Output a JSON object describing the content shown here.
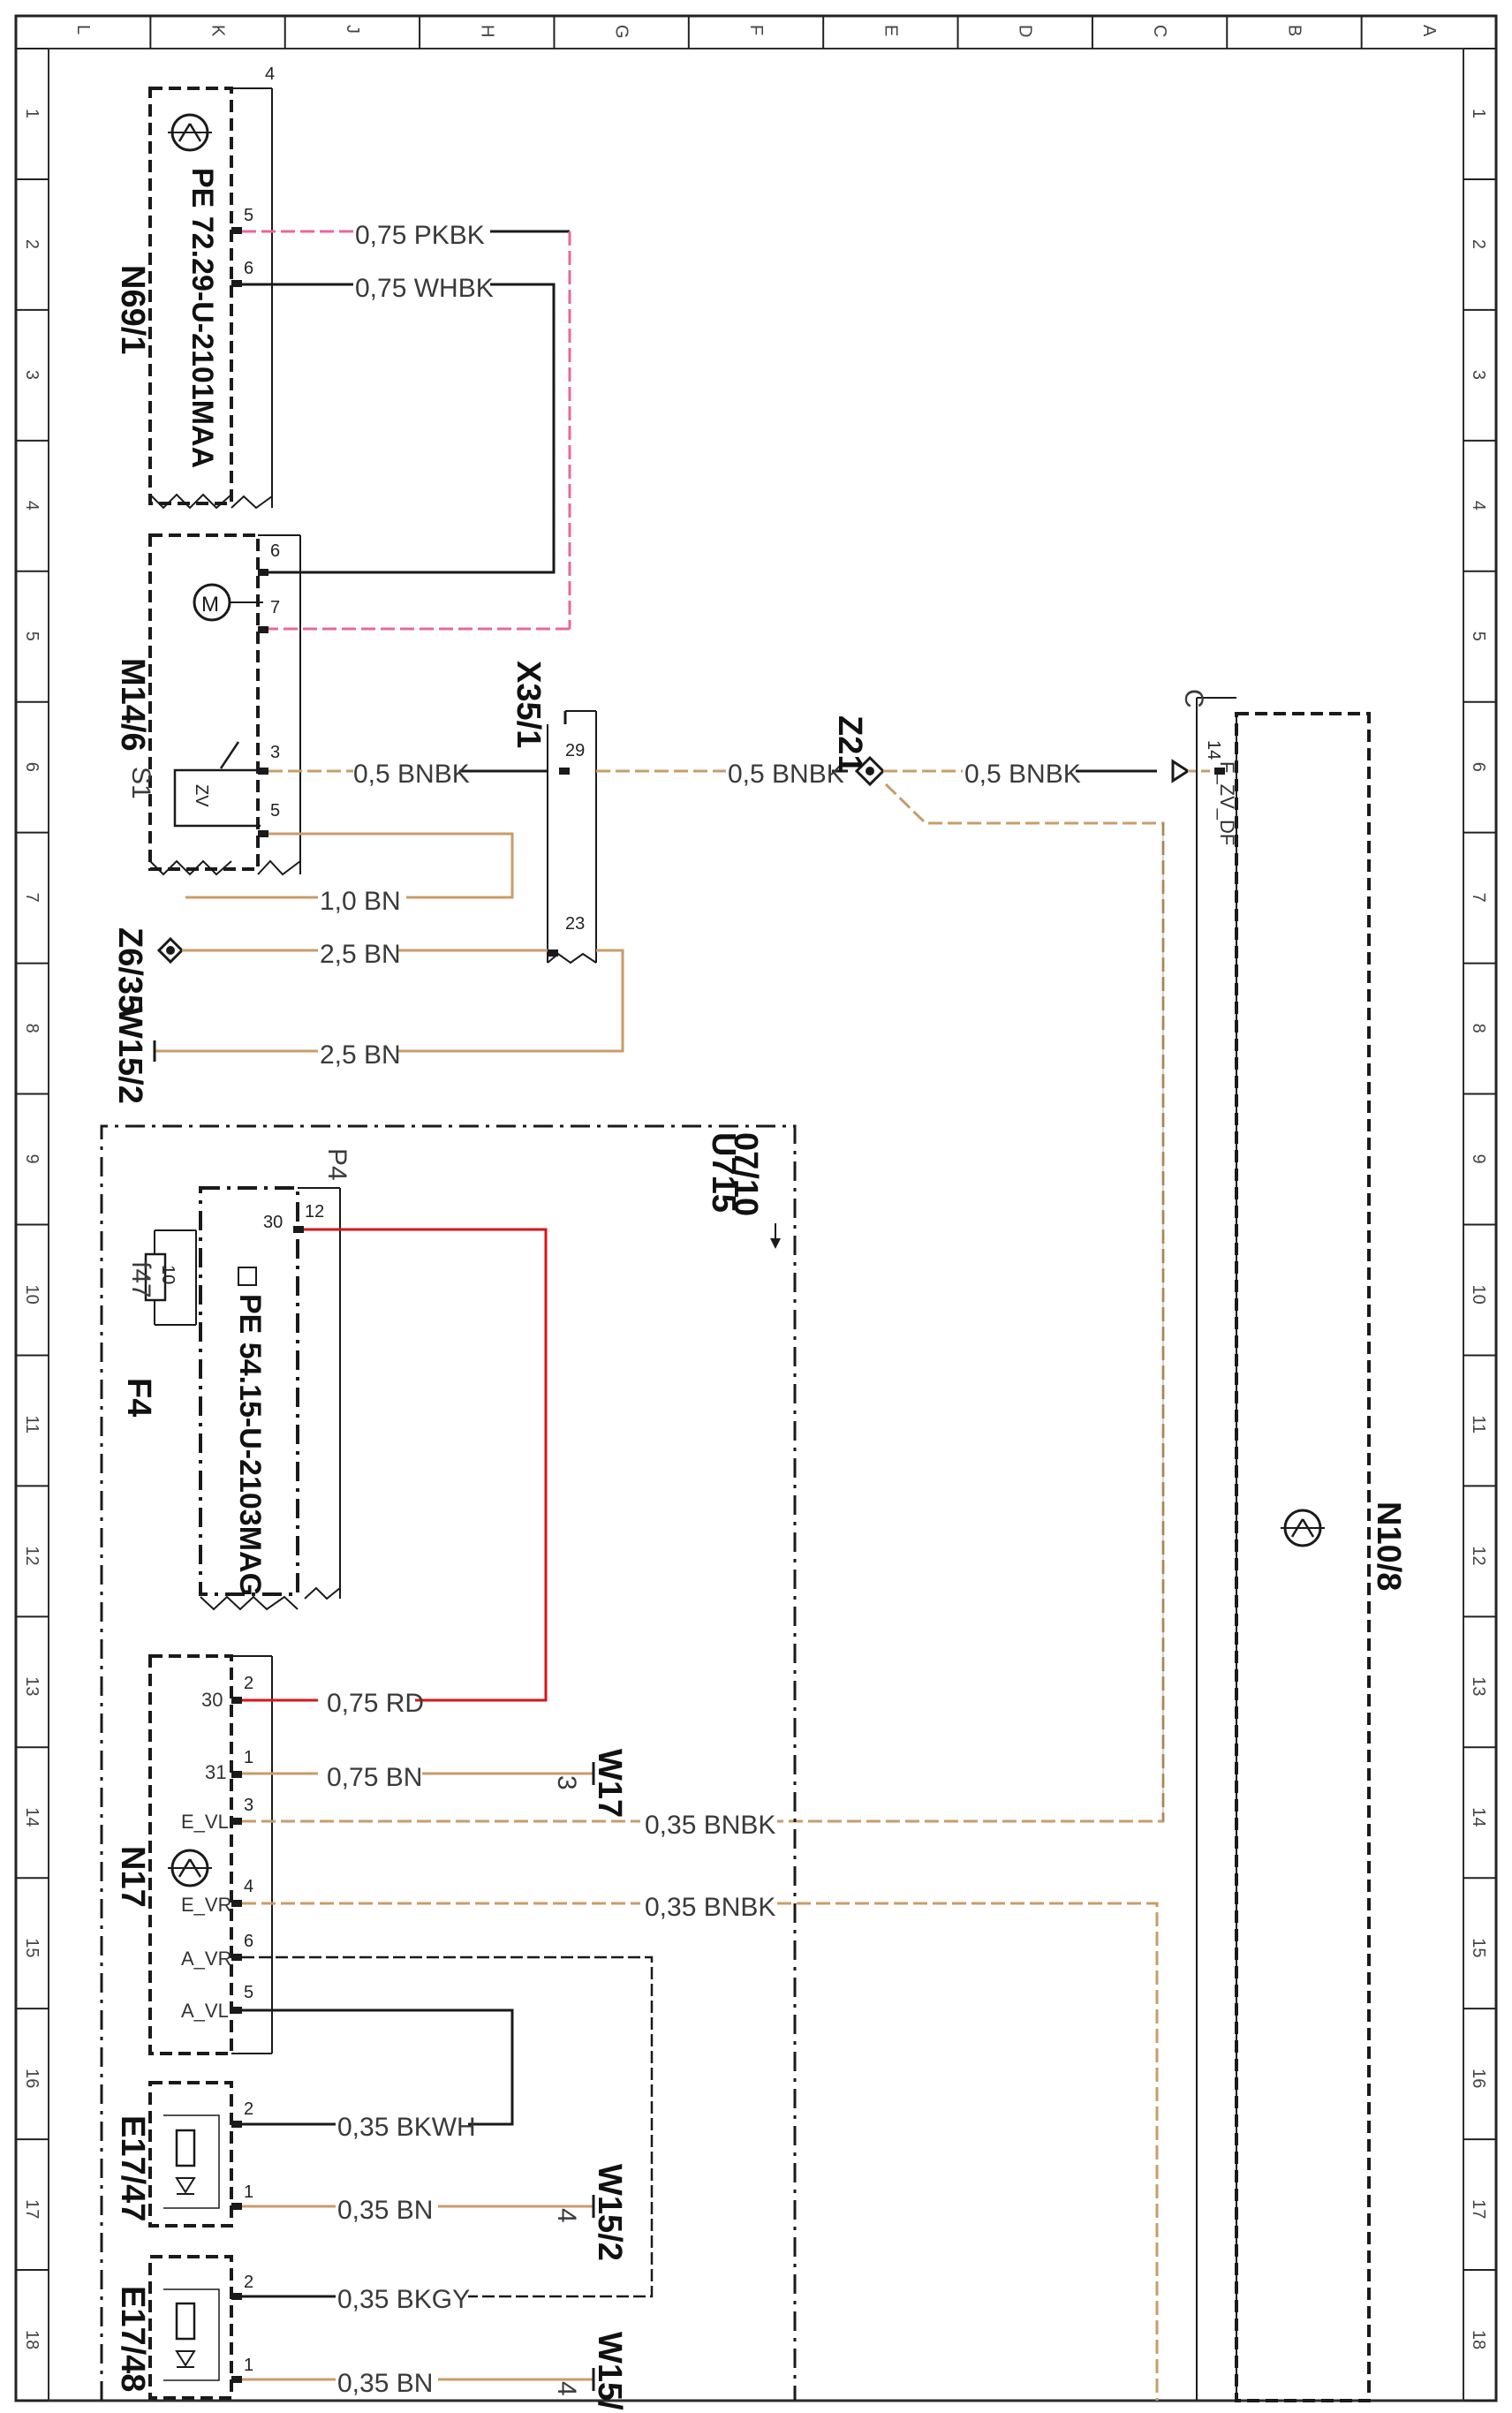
{
  "colors": {
    "black": "#1a1a1a",
    "pink": "#e8679a",
    "brown": "#c89c6a",
    "red": "#d8141b",
    "tan_dash": "#c89c6a"
  },
  "frame": {
    "columns": [
      "L",
      "K",
      "J",
      "H",
      "G",
      "F",
      "E",
      "D",
      "C",
      "B",
      "A"
    ],
    "rows": [
      "1",
      "2",
      "3",
      "4",
      "5",
      "6",
      "7",
      "8",
      "9",
      "10",
      "11",
      "12",
      "13",
      "14",
      "15",
      "16",
      "17",
      "18"
    ]
  },
  "components": {
    "n69": {
      "name": "N69/1",
      "pe": "PE 72.29-U-2101MAA",
      "pins": [
        "4",
        "5",
        "6"
      ]
    },
    "m14": {
      "name": "M14/6",
      "sw_name": "S1",
      "sw_label": "ZV",
      "pins": [
        "6",
        "7",
        "3",
        "5"
      ]
    },
    "x35": {
      "name": "X35/1",
      "pins": [
        "29",
        "23"
      ]
    },
    "z21": {
      "name": "Z21"
    },
    "z6": {
      "name": "Z6/35"
    },
    "w15_a": {
      "name": "W15/2"
    },
    "n10": {
      "name": "N10/8",
      "conn": "C",
      "pin": "14",
      "sig": "F_ZV_DF"
    },
    "u715": {
      "ref": "07/10",
      "code": "U715"
    },
    "f4": {
      "name": "F4",
      "fuse": "f47",
      "fuse_val": "10",
      "pe": "PE 54.15-U-2103MAG",
      "conn": "P4",
      "pins": [
        "30",
        "12"
      ]
    },
    "n17": {
      "name": "N17",
      "pins": [
        "2",
        "1",
        "3",
        "4",
        "6",
        "5"
      ],
      "sigs": [
        "30",
        "31",
        "E_VL",
        "E_VR",
        "A_VR",
        "A_VL"
      ]
    },
    "w17": {
      "name": "W17",
      "pin": "3"
    },
    "e47": {
      "name": "E17/47",
      "pins": [
        "2",
        "1"
      ]
    },
    "w15_b": {
      "name": "W15/2",
      "pin": "4"
    },
    "e48": {
      "name": "E17/48",
      "pins": [
        "2",
        "1"
      ]
    },
    "w15_c": {
      "name": "W15/",
      "pin": "4"
    }
  },
  "wires": {
    "n69_pin5": "0,75 PKBK",
    "n69_pin6": "0,75 WHBK",
    "m14_pin3": "0,5 BNBK",
    "x35_out": "0,5 BNBK",
    "z21_out": "0,5 BNBK",
    "m14_pin5": "1,0 BN",
    "z6_out": "2,5 BN",
    "w15_out": "2,5 BN",
    "n17_pin2": "0,75 RD",
    "n17_pin1": "0,75 BN",
    "n17_pin3": "0,35 BNBK",
    "n17_pin4": "0,35 BNBK",
    "e47_pin2": "0,35 BKWH",
    "e47_pin1": "0,35 BN",
    "e48_pin2": "0,35 BKGY",
    "e48_pin1": "0,35 BN"
  }
}
